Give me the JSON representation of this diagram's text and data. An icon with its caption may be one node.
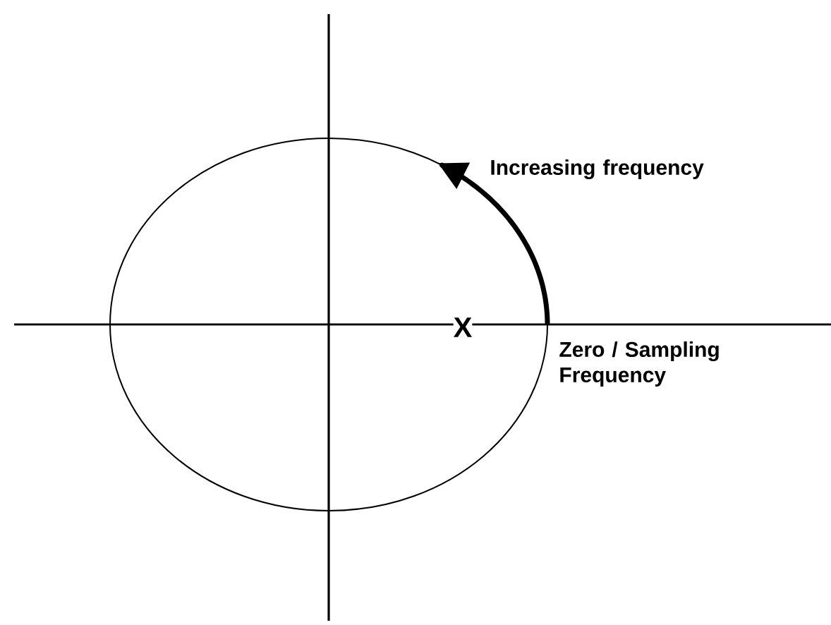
{
  "diagram": {
    "labels": [
      "Increasing frequency",
      "X",
      "Zero / Sampling Frequency"
    ]
  }
}
